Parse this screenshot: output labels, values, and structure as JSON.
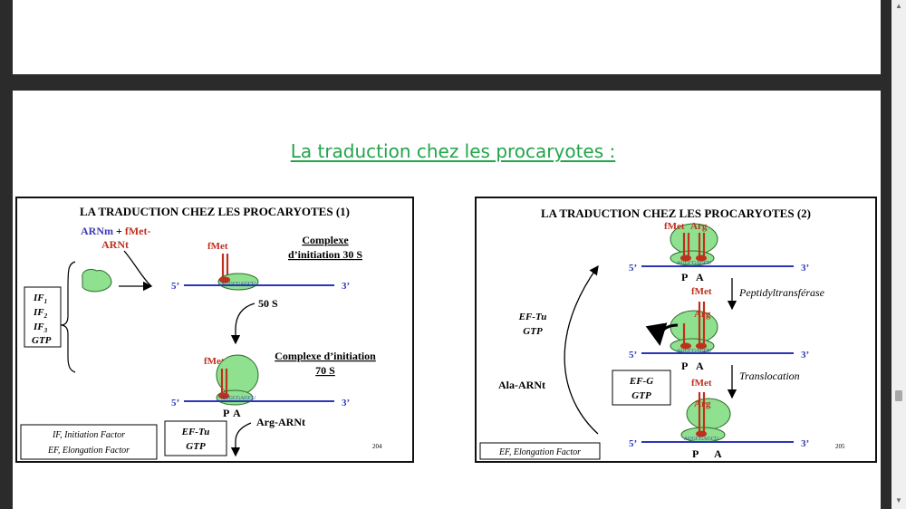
{
  "document": {
    "heading": "La traduction chez les procaryotes :"
  },
  "colors": {
    "heading": "#22a44a",
    "ribosome": "#8fe08f",
    "mrna": "#2c35b8",
    "trna": "#c0301c",
    "label_blue": "#3a3ab8",
    "label_red": "#c0301c"
  },
  "slide1": {
    "title": "LA TRADUCTION CHEZ LES PROCARYOTES (1)",
    "arnm": "ARNm",
    "plus": " + ",
    "fmet_arnt_a": "fMet-",
    "fmet_arnt_b": "ARNt",
    "factors": [
      "IF1",
      "IF2",
      "IF3",
      "GTP"
    ],
    "factor_base": "IF",
    "factor_subs": [
      "1",
      "2",
      "3"
    ],
    "gtp": "GTP",
    "fmet_top": "fMet",
    "codon": "AUGCGAGCU",
    "five_prime": "5’",
    "three_prime": "3’",
    "complex30_a": "Complexe",
    "complex30_b": "d’initiation 30 S",
    "s50": "50 S",
    "fmet_bottom": "fMet",
    "complex70_a": "Complexe d’initiation",
    "complex70_b": "70 S",
    "site_p": "P",
    "site_a": "A",
    "eftu_a": "EF-Tu",
    "eftu_b": "GTP",
    "arg_arnt": "Arg-ARNt",
    "legend_if": "IF, Initiation Factor",
    "legend_ef": "EF, Elongation Factor",
    "page_number": "204"
  },
  "slide2": {
    "title": "LA TRADUCTION CHEZ LES PROCARYOTES (2)",
    "fmet": "fMet",
    "arg": "Arg",
    "codon": "AUGCGAGCU",
    "five_prime": "5’",
    "three_prime": "3’",
    "site_p": "P",
    "site_a": "A",
    "peptidyl": "Peptidyltransférase",
    "translocation": "Translocation",
    "eftu_a": "EF-Tu",
    "eftu_b": "GTP",
    "ala_arnt": "Ala-ARNt",
    "efg_a": "EF-G",
    "efg_b": "GTP",
    "legend_ef": "EF, Elongation Factor",
    "page_number": "205"
  }
}
